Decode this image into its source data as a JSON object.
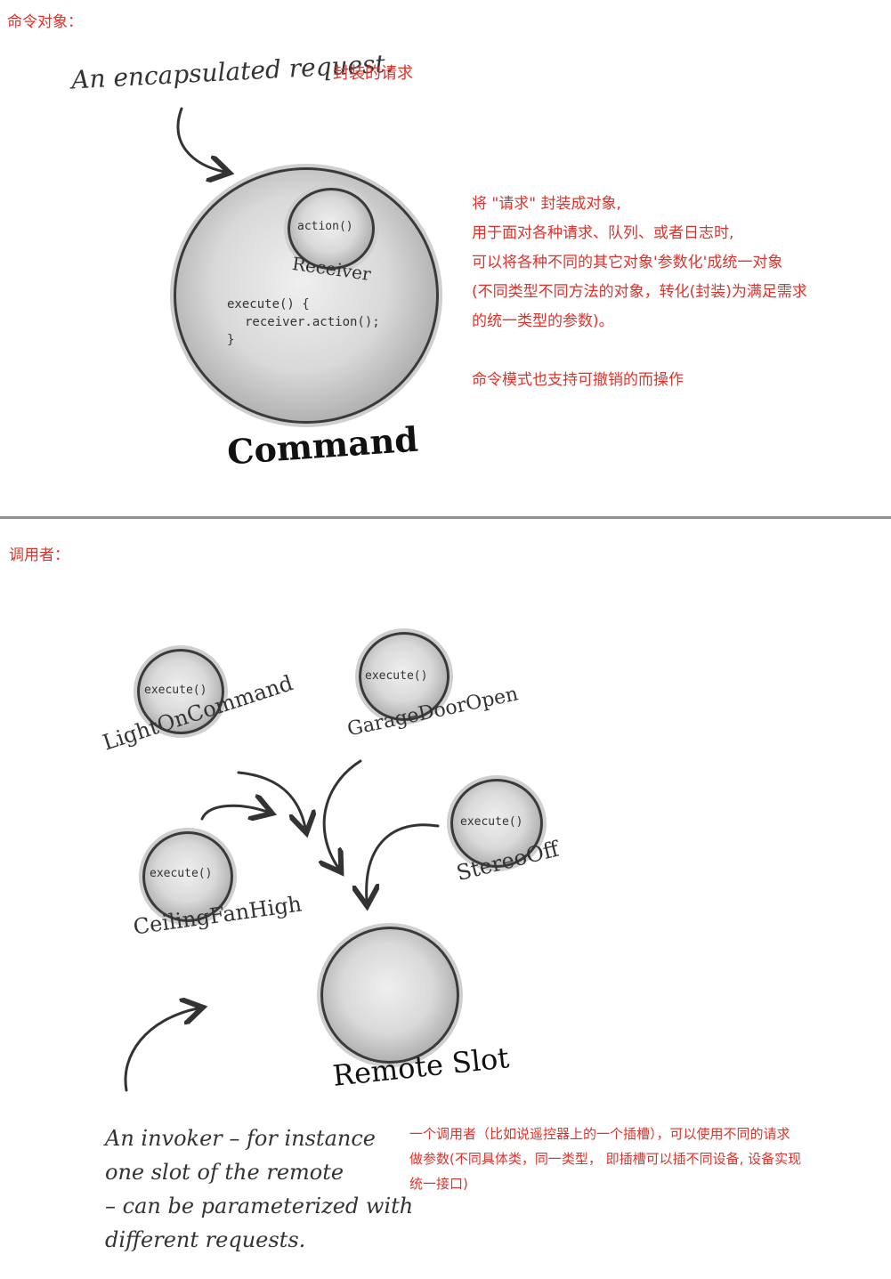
{
  "section1": {
    "title": "命令对象：",
    "handwritten_note": "An encapsulated request.",
    "note_cn": "封装的请求",
    "receiver_method": "action()",
    "receiver_label": "Receiver",
    "code_line1": "execute() {",
    "code_line2": "receiver.action();",
    "code_line3": "}",
    "command_label": "Command",
    "description": [
      "将 \"请求\" 封装成对象,",
      "用于面对各种请求、队列、或者日志时,",
      "可以将各种不同的其它对象'参数化'成统一对象",
      "(不同类型不同方法的对象，转化(封装)为满足需求",
      "的统一类型的参数)。",
      "",
      "命令模式也支持可撤销的而操作"
    ]
  },
  "section2": {
    "title": "调用者：",
    "commands": [
      {
        "method": "execute()",
        "label": "LightOnCommand"
      },
      {
        "method": "execute()",
        "label": "GarageDoorOpen"
      },
      {
        "method": "execute()",
        "label": "StereoOff"
      },
      {
        "method": "execute()",
        "label": "CeilingFanHigh"
      }
    ],
    "slot_label": "Remote Slot",
    "handwritten_note": [
      "An invoker – for instance",
      "one slot of the remote",
      "– can be parameterized with",
      "different requests."
    ],
    "description": [
      "一个调用者（比如说遥控器上的一个插槽），可以使用不同的请求",
      "做参数(不同具体类，同一类型， 即插槽可以插不同设备, 设备实现",
      "统一接口)"
    ]
  },
  "colors": {
    "accent_red": "#e0322b",
    "ink": "#333333"
  }
}
